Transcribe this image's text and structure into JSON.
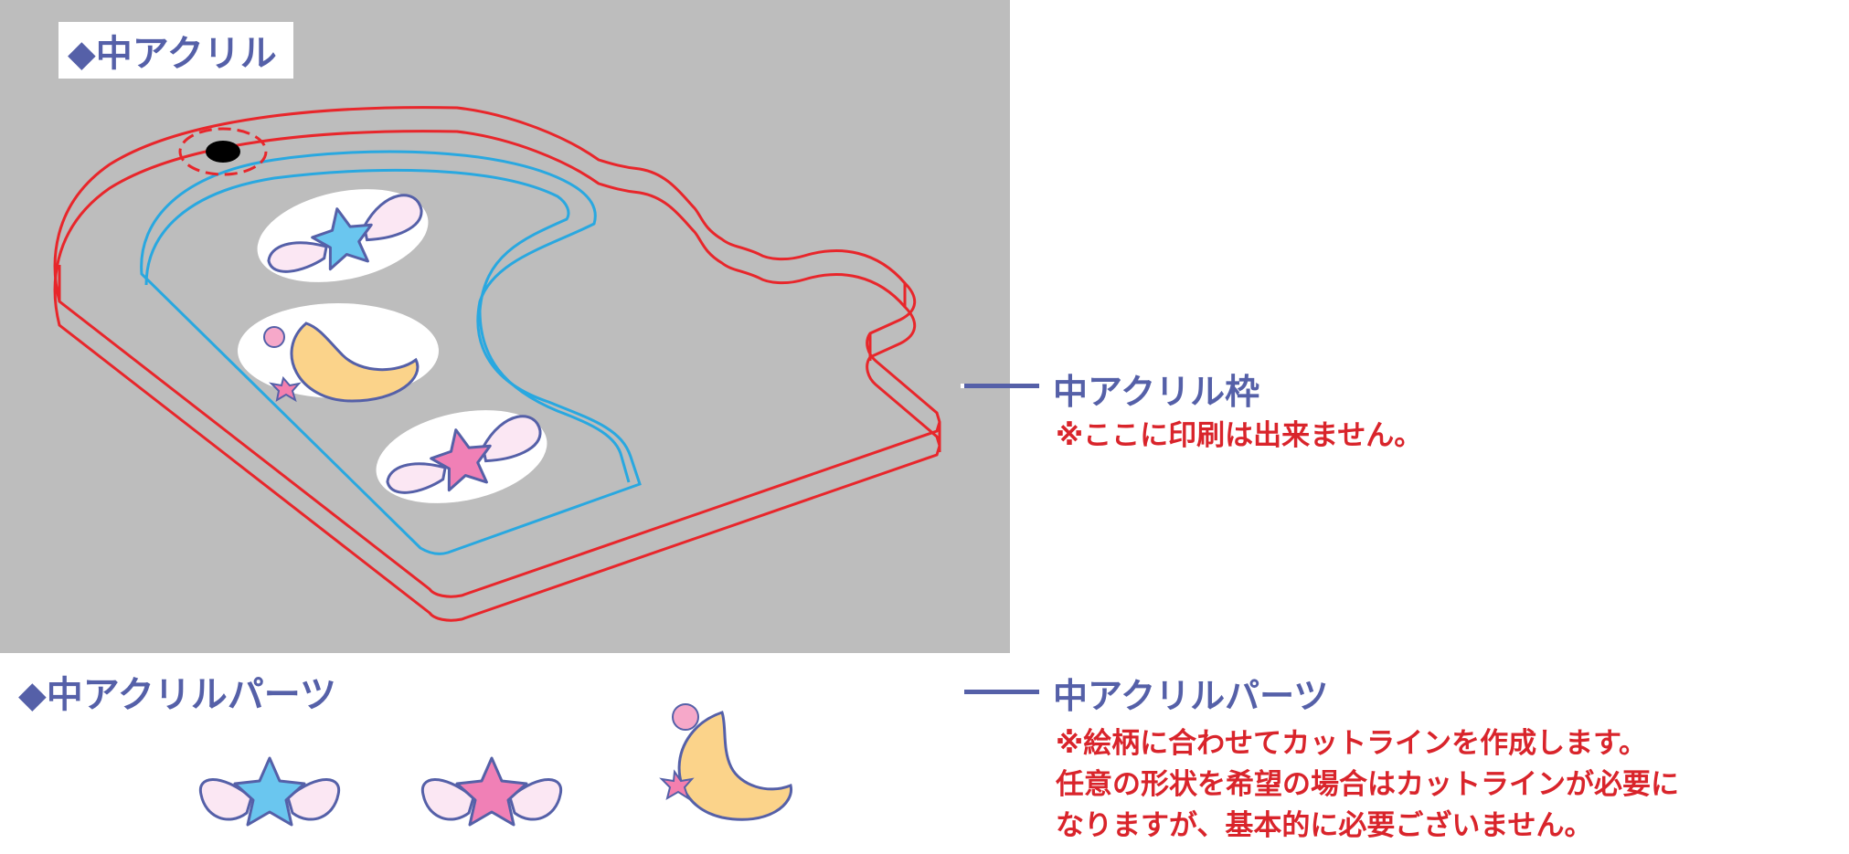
{
  "main_panel": {
    "title": "◆中アクリル",
    "colors": {
      "background": "#bdbdbd",
      "outer_outline": "#e8262b",
      "inner_outline": "#29a8e0",
      "hole": "#000000"
    }
  },
  "parts_section": {
    "title": "◆中アクリルパーツ",
    "items": [
      "star-wings-blue-icon",
      "star-wings-pink-icon",
      "crescent-moon-icon"
    ]
  },
  "callouts": [
    {
      "label": "中アクリル枠",
      "notes": [
        "※ここに印刷は出来ません。"
      ]
    },
    {
      "label": "中アクリルパーツ",
      "notes": [
        "※絵柄に合わせてカットラインを作成します。",
        "任意の形状を希望の場合はカットラインが必要に",
        "なりますが、基本的に必要ございません。"
      ]
    }
  ],
  "colors": {
    "accent_text": "#5560a8",
    "warning_text": "#d9242b"
  }
}
